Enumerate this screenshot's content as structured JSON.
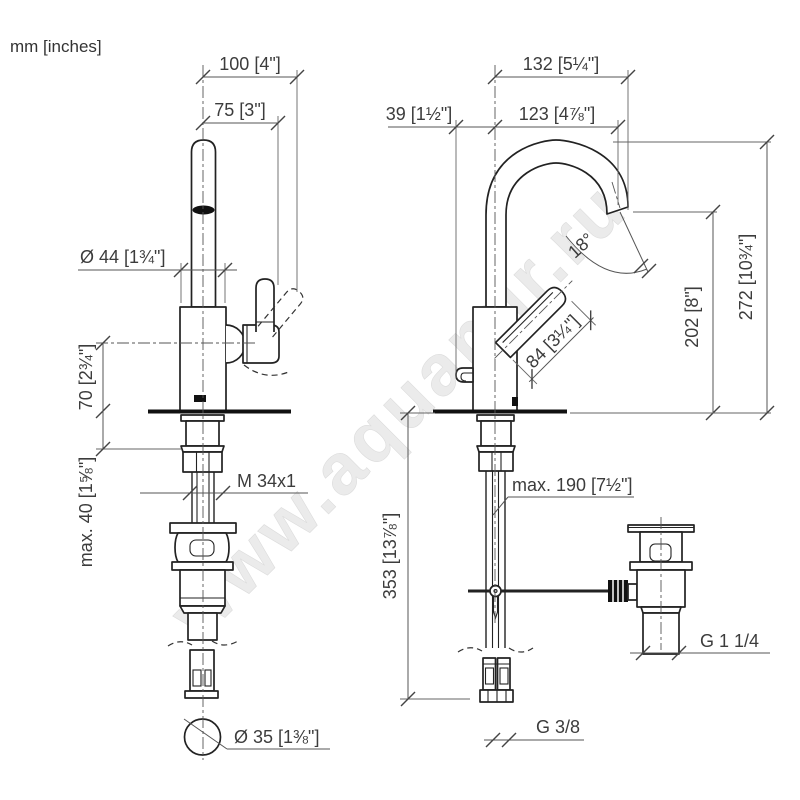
{
  "units_note": "mm [inches]",
  "watermark": "www.aquamir.ru",
  "front_view": {
    "dim_width_max": "100 [4\"]",
    "dim_width_handle": "75 [3\"]",
    "dim_body_diameter": "Ø 44 [1¾\"]",
    "dim_spout_center_height": "70 [2¾\"]",
    "dim_deck_thickness": "max. 40 [1⅝\"]",
    "dim_shank_thread": "M 34x1",
    "dim_hole_diameter": "Ø 35 [1⅜\"]"
  },
  "side_view": {
    "dim_reach_total": "132 [5¼\"]",
    "dim_reach_outlet": "123 [4⅞\"]",
    "dim_front_offset": "39 [1½\"]",
    "dim_height_total": "272 [10¾\"]",
    "dim_outlet_height": "202 [8\"]",
    "dim_outlet_angle": "18°",
    "dim_handle_length": "84 [3¼\"]",
    "dim_hose_length": "max. 190 [7½\"]",
    "dim_below_deck_depth": "353 [13⅞\"]",
    "dim_drain_thread": "G 1 1/4",
    "dim_supply_thread": "G 3/8"
  },
  "colors": {
    "background": "#ffffff",
    "line": "#222222",
    "dimension_text": "#3c3c3c",
    "watermark": "#ebebeb"
  }
}
